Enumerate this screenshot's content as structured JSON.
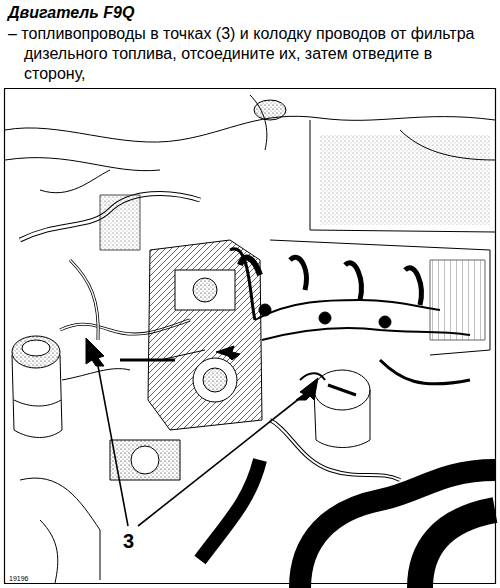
{
  "diagram": {
    "title": "Двигатель F9Q",
    "labels": [
      "– топливопроводы в точках (3) и колодку проводов от фильтра дизельного топлива, отсоедините их, затем отведите в сторону,",
      "3",
      "19196"
    ]
  }
}
